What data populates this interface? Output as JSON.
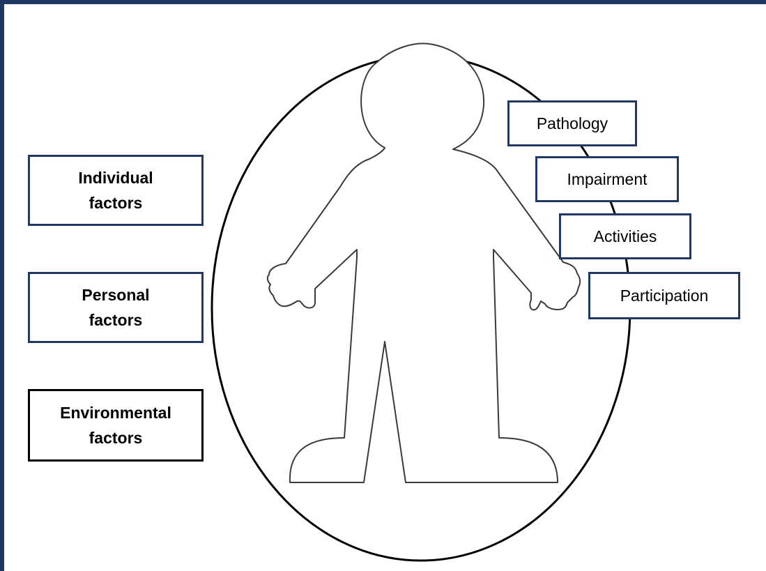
{
  "colors": {
    "frame": "#1f3864",
    "box_border": "#1f3864",
    "environmental_border": "#000000",
    "outline": "#000000",
    "background": "#ffffff"
  },
  "left_factors": [
    {
      "label": "Individual\nfactors"
    },
    {
      "label": "Personal\nfactors"
    },
    {
      "label": "Environmental\nfactors"
    }
  ],
  "right_levels": [
    {
      "label": "Pathology"
    },
    {
      "label": "Impairment"
    },
    {
      "label": "Activities"
    },
    {
      "label": "Participation"
    }
  ]
}
